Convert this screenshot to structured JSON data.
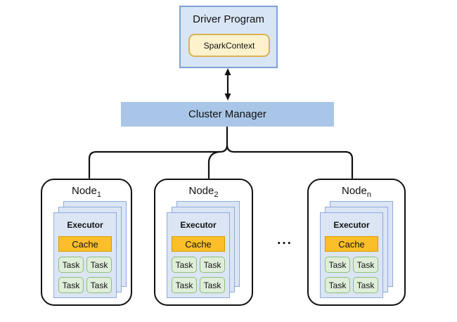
{
  "diagram": {
    "driver": {
      "title": "Driver Program",
      "spark_context_label": "SparkContext"
    },
    "cluster_manager": {
      "label": "Cluster Manager"
    },
    "ellipsis": "...",
    "nodes": [
      {
        "name": "Node",
        "subscript": "1",
        "executor": {
          "label": "Executor",
          "cache_label": "Cache",
          "tasks": [
            "Task",
            "Task",
            "Task",
            "Task"
          ]
        }
      },
      {
        "name": "Node",
        "subscript": "2",
        "executor": {
          "label": "Executor",
          "cache_label": "Cache",
          "tasks": [
            "Task",
            "Task",
            "Task",
            "Task"
          ]
        }
      },
      {
        "name": "Node",
        "subscript": "n",
        "executor": {
          "label": "Executor",
          "cache_label": "Cache",
          "tasks": [
            "Task",
            "Task",
            "Task",
            "Task"
          ]
        }
      }
    ]
  },
  "colors": {
    "driver-fill": "#d8e5f7",
    "driver-border": "#7da1d8",
    "spark-fill": "#fdf2cc",
    "spark-border": "#d7b257",
    "cluster-fill": "#a9c6e8",
    "exec-fill": "#dbe5f4",
    "exec-border": "#8faadc",
    "cache-fill": "#fcbf2a",
    "cache-border": "#d79b00",
    "task-fill": "#dfeeda",
    "task-border": "#8fbe78",
    "line": "#111111"
  }
}
